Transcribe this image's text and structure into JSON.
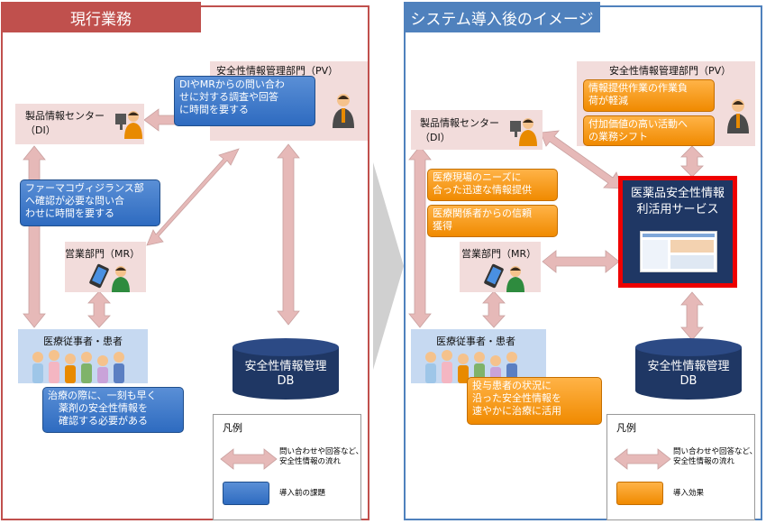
{
  "left": {
    "title": "現行業務",
    "pv_label": "安全性情報管理部門（PV）",
    "di_label_1": "製品情報センター",
    "di_label_2": "（DI）",
    "mr_label": "営業部門（MR）",
    "hcp_label": "医療従事者・患者",
    "db_label_1": "安全性情報管理",
    "db_label_2": "DB",
    "callout_pv": [
      "DIやMRからの問い合わ",
      "せに対する調査や回答",
      "に時間を要する"
    ],
    "callout_di": [
      "ファーマコヴィジランス部",
      "へ確認が必要な問い合",
      "わせに時間を要する"
    ],
    "callout_hcp": [
      "治療の際に、一刻も早く",
      "薬剤の安全性情報を",
      "確認する必要がある"
    ],
    "legend": {
      "title": "凡例",
      "arrow_text_1": "問い合わせや回答など、",
      "arrow_text_2": "安全性情報の流れ",
      "swatch_text": "導入前の課題"
    }
  },
  "right": {
    "title": "システム導入後のイメージ",
    "pv_label": "安全性情報管理部門（PV）",
    "di_label_1": "製品情報センター",
    "di_label_2": "（DI）",
    "mr_label": "営業部門（MR）",
    "hcp_label": "医療従事者・患者",
    "db_label_1": "安全性情報管理",
    "db_label_2": "DB",
    "service_label_1": "医薬品安全性情報",
    "service_label_2": "利活用サービス",
    "callout_pv_1": [
      "情報提供作業の作業負",
      "荷が軽減"
    ],
    "callout_pv_2": [
      "付加価値の高い活動へ",
      "の業務シフト"
    ],
    "callout_di_1": [
      "医療現場のニーズに",
      "合った迅速な情報提供"
    ],
    "callout_di_2": [
      "医療関係者からの信頼",
      "獲得"
    ],
    "callout_hcp": [
      "投与患者の状況に",
      "沿った安全性情報を",
      "速やかに治療に活用"
    ],
    "legend": {
      "title": "凡例",
      "arrow_text_1": "問い合わせや回答など、",
      "arrow_text_2": "安全性情報の流れ",
      "swatch_text": "導入効果"
    }
  },
  "colors": {
    "left_frame": "#c0504d",
    "right_frame": "#4f81bd",
    "arrow_fill": "#e6b9b8",
    "node_bg": "#f2dcdb",
    "hcp_bg": "#c6d9f1",
    "db": "#1f3764",
    "challenge": "#2e6bc0",
    "effect": "#f08a00",
    "service_border": "#ee0000"
  }
}
